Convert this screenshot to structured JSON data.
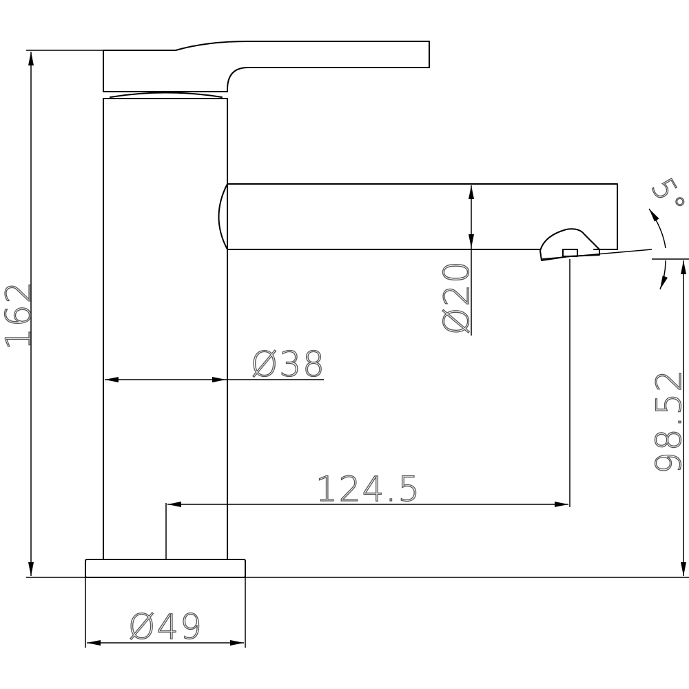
{
  "dimensions": {
    "overall_height": "162",
    "body_diameter": "Ø38",
    "spout_diameter": "Ø20",
    "base_diameter": "Ø49",
    "spout_reach": "124.5",
    "spout_height": "98.52",
    "spout_angle": "5°"
  },
  "colors": {
    "line": "#000000",
    "text_outline": "#555555",
    "background": "#ffffff"
  }
}
